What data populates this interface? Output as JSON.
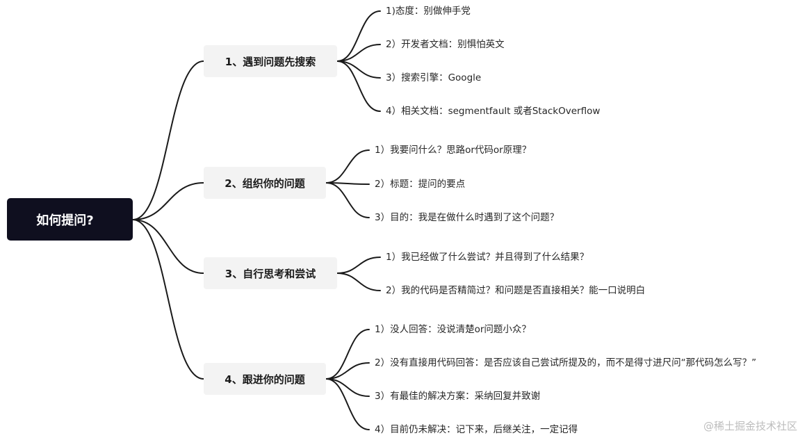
{
  "root": {
    "label": "如何提问?"
  },
  "branches": [
    {
      "label": "1、遇到问题先搜索",
      "items": [
        "1)态度：别做伸手党",
        "2）开发者文档：别惧怕英文",
        "3）搜索引擎：Google",
        "4）相关文档：segmentfault 或者StackOverflow"
      ]
    },
    {
      "label": "2、组织你的问题",
      "items": [
        "1）我要问什么？思路or代码or原理？",
        "2）标题：提问的要点",
        "3）目的：我是在做什么时遇到了这个问题？"
      ]
    },
    {
      "label": "3、自行思考和尝试",
      "items": [
        "1）我已经做了什么尝试？并且得到了什么结果？",
        "2）我的代码是否精简过？和问题是否直接相关？能一口说明白"
      ]
    },
    {
      "label": "4、跟进你的问题",
      "items": [
        "1）没人回答：没说清楚or问题小众？",
        "2）没有直接用代码回答：是否应该自己尝试所提及的，而不是得寸进尺问“那代码怎么写？”",
        "3）有最佳的解决方案：采纳回复并致谢",
        "4）目前仍未解决：记下来，后继关注，一定记得"
      ]
    }
  ],
  "watermark": "@稀土掘金技术社区"
}
